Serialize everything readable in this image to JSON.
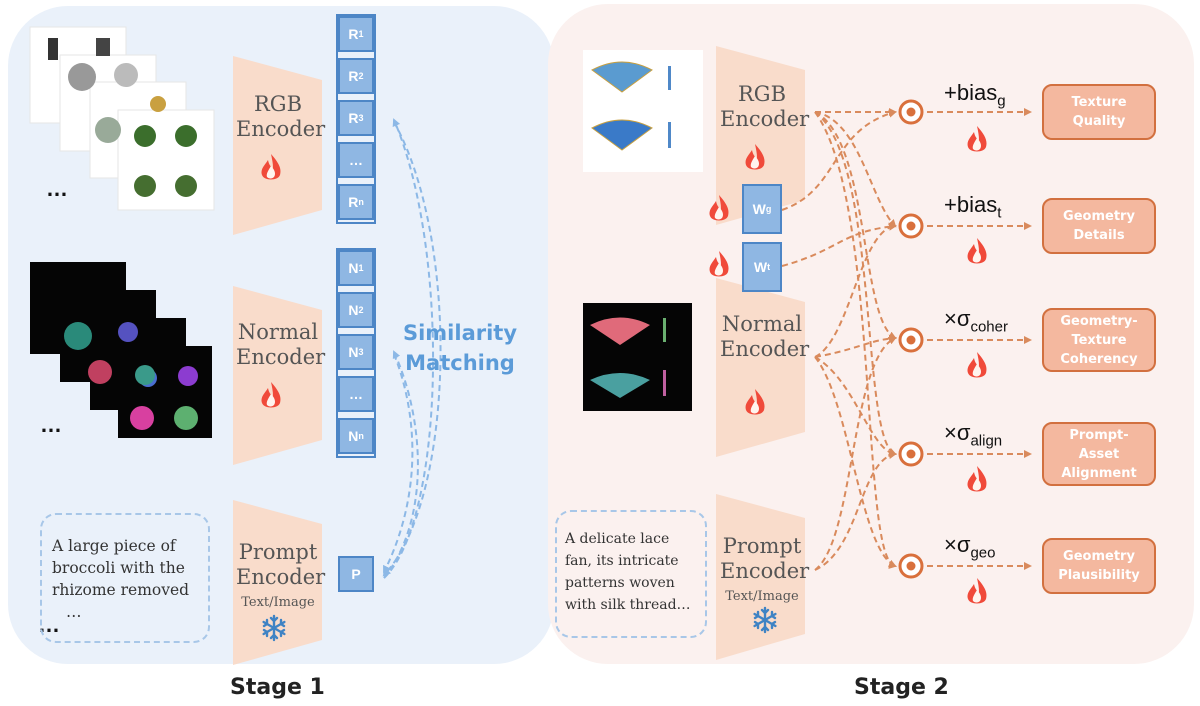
{
  "stage1": {
    "label": "Stage 1",
    "rgb_encoder": [
      "RGB",
      "Encoder"
    ],
    "normal_encoder": [
      "Normal",
      "Encoder"
    ],
    "prompt_encoder": [
      "Prompt",
      "Encoder"
    ],
    "prompt_sub": "Text/Image",
    "rgb_tokens": [
      "R1",
      "R2",
      "R3",
      "…",
      "Rn"
    ],
    "normal_tokens": [
      "N1",
      "N2",
      "N3",
      "…",
      "Nn"
    ],
    "prompt_token": "P",
    "similarity": [
      "Similarity",
      "Matching"
    ],
    "prompt_text": [
      "A large piece of",
      "broccoli with the",
      "rhizome removed",
      "…"
    ],
    "ellipsis": "…"
  },
  "stage2": {
    "label": "Stage 2",
    "rgb_encoder": [
      "RGB",
      "Encoder"
    ],
    "normal_encoder": [
      "Normal",
      "Encoder"
    ],
    "prompt_encoder": [
      "Prompt",
      "Encoder"
    ],
    "prompt_sub": "Text/Image",
    "wg": "Wg",
    "wt": "Wt",
    "prompt_text": [
      "A delicate lace",
      "fan, its intricate",
      "patterns woven",
      "with silk thread…"
    ],
    "ops": [
      "+bias_g",
      "+bias_t",
      "×σ_coher",
      "×σ_align",
      "×σ_geo"
    ],
    "outputs": [
      [
        "Texture",
        "Quality"
      ],
      [
        "Geometry",
        "Details"
      ],
      [
        "Geometry-",
        "Texture",
        "Coherency"
      ],
      [
        "Prompt-",
        "Asset",
        "Alignment"
      ],
      [
        "Geometry",
        "Plausibility"
      ]
    ]
  },
  "colors": {
    "encoder_fill": "#f9dccb",
    "token_fill": "#8fb7e3",
    "output_fill": "#f4b89f",
    "arrow_orange": "#d98a5c",
    "arrow_blue": "#8cb8e6"
  },
  "icons": [
    "fire-icon",
    "snowflake-icon",
    "hadamard-icon"
  ]
}
